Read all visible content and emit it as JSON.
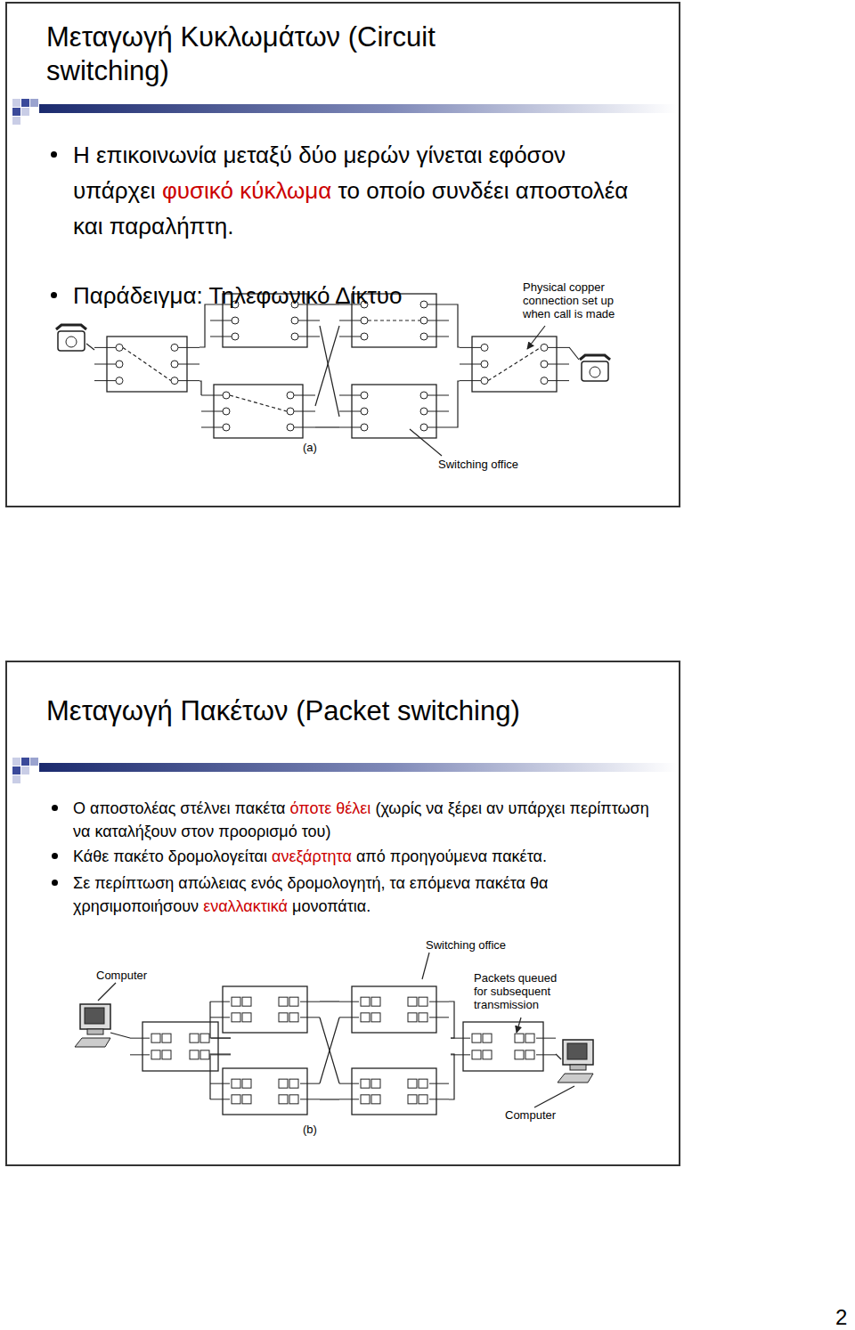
{
  "diagram": {
    "nodes": [
      {
        "text": [
          "Μεταγωγή Κυκλωμάτων (Circuit switching)",
          "Η επικοινωνία μεταξύ δύο μερών γίνεται εφόσον υπάρχει",
          "φυσικό κύκλωμα",
          "το οποίο συνδέει αποστολέα και παραλήπτη.",
          "Παράδειγμα: Τηλεφωνικό Δίκτυο"
        ]
      },
      {
        "text": [
          "Μεταγωγή Πακέτων (Packet switching)",
          "Ο αποστολέας στέλνει πακέτα",
          "όποτε θέλει",
          "(χωρίς να ξέρει αν υπάρχει περίπτωση να καταλήξουν στον προορισμό του)",
          "Κάθε πακέτο δρομολογείται",
          "ανεξάρτητα",
          "από προηγούμενα πακέτα.",
          "Σε περίπτωση απώλειας ενός δρομολογητή, τα επόμενα πακέτα θα χρησιμοποιήσουν",
          "εναλλακτικά",
          "μονοπάτια."
        ]
      }
    ],
    "labels": [
      "Physical copper connection set up when call is made",
      "(a)",
      "Switching office",
      "Computer",
      "Switching office",
      "Packets queued for subsequent transmission",
      "Computer",
      "(b)",
      "2"
    ]
  }
}
